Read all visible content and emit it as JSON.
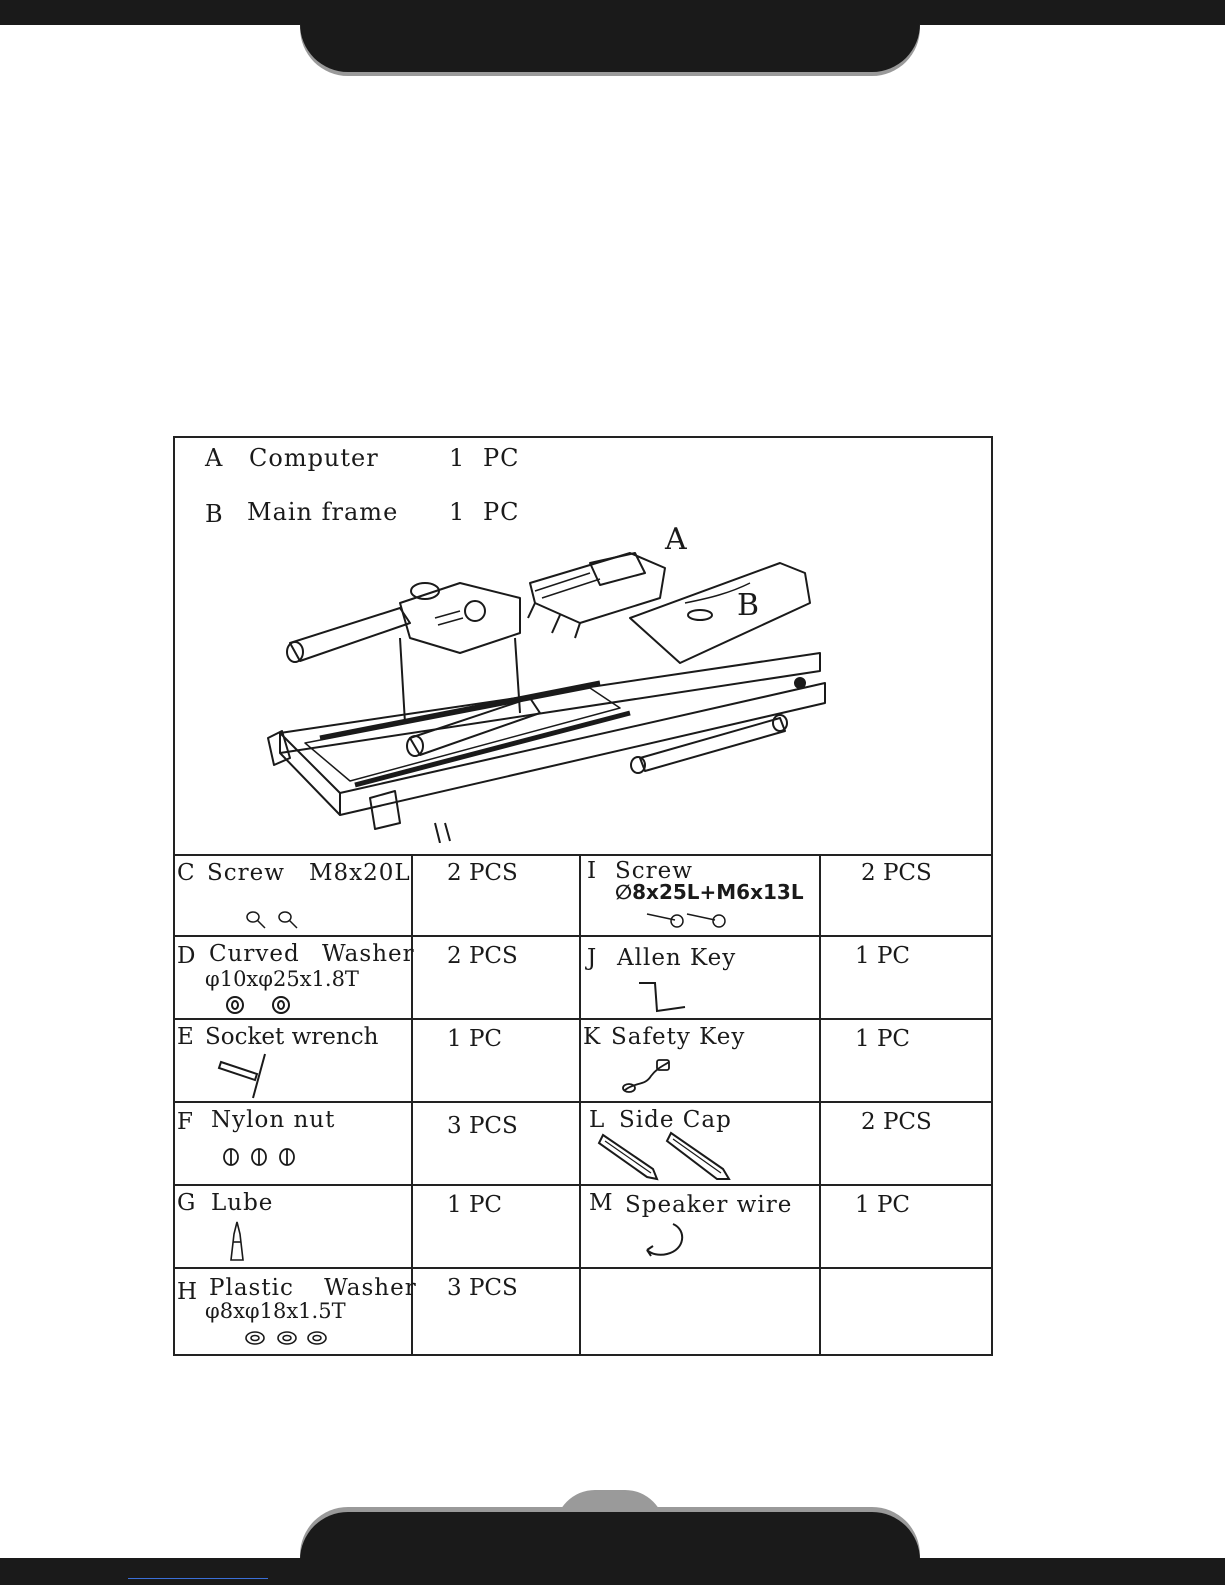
{
  "parts": {
    "a": {
      "letter": "A",
      "name": "Computer",
      "qty": "1",
      "unit": "PC",
      "callout": "A"
    },
    "b": {
      "letter": "B",
      "name": "Main frame",
      "qty": "1",
      "unit": "PC",
      "callout": "B"
    },
    "c": {
      "letter": "C",
      "name": "Screw",
      "spec": "M8x20L",
      "qty": "2 PCS"
    },
    "d": {
      "letter": "D",
      "name": "Curved Washer",
      "spec": "φ10xφ25x1.8T",
      "qty": "2 PCS"
    },
    "e": {
      "letter": "E",
      "name": "Socket wrench",
      "qty": "1 PC"
    },
    "f": {
      "letter": "F",
      "name": "Nylon nut",
      "qty": "3 PCS"
    },
    "g": {
      "letter": "G",
      "name": "Lube",
      "qty": "1 PC"
    },
    "h": {
      "letter": "H",
      "name": "Plastic Washer",
      "spec": "φ8xφ18x1.5T",
      "qty": "3 PCS"
    },
    "i": {
      "letter": "I",
      "name": "Screw",
      "spec": "∅8x25L+M6x13L",
      "qty": "2 PCS"
    },
    "j": {
      "letter": "J",
      "name": "Allen Key",
      "qty": "1 PC"
    },
    "k": {
      "letter": "K",
      "name": "Safety Key",
      "qty": "1 PC"
    },
    "l": {
      "letter": "L",
      "name": "Side Cap",
      "qty": "2 PCS"
    },
    "m": {
      "letter": "M",
      "name": "Speaker wire",
      "qty": "1 PC"
    }
  },
  "icons": {
    "treadmill": "treadmill-illustration",
    "screw": "screw-icon",
    "washer": "washer-icon",
    "wrench": "socket-wrench-icon",
    "nut": "nylon-nut-icon",
    "lube": "lube-bottle-icon",
    "allen": "allen-key-icon",
    "safety": "safety-key-icon",
    "sidecap": "side-cap-icon",
    "wire": "speaker-wire-icon"
  }
}
